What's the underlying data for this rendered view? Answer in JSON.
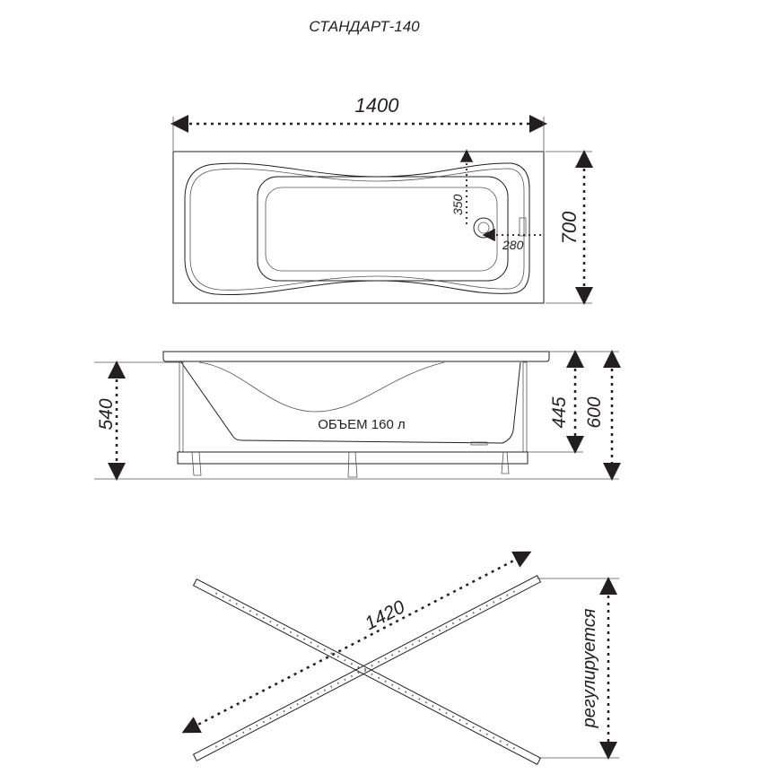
{
  "title": "СТАНДАРТ-140",
  "top_view": {
    "length": "1400",
    "width": "700",
    "drain_offset_y": "350",
    "drain_offset_x": "280"
  },
  "side_view": {
    "height_rim": "540",
    "height_bottom": "445",
    "height_total": "600",
    "volume_label": "ОБЪЕМ 160 л"
  },
  "frame_view": {
    "diagonal": "1420",
    "adjustable_label": "регулируется"
  }
}
